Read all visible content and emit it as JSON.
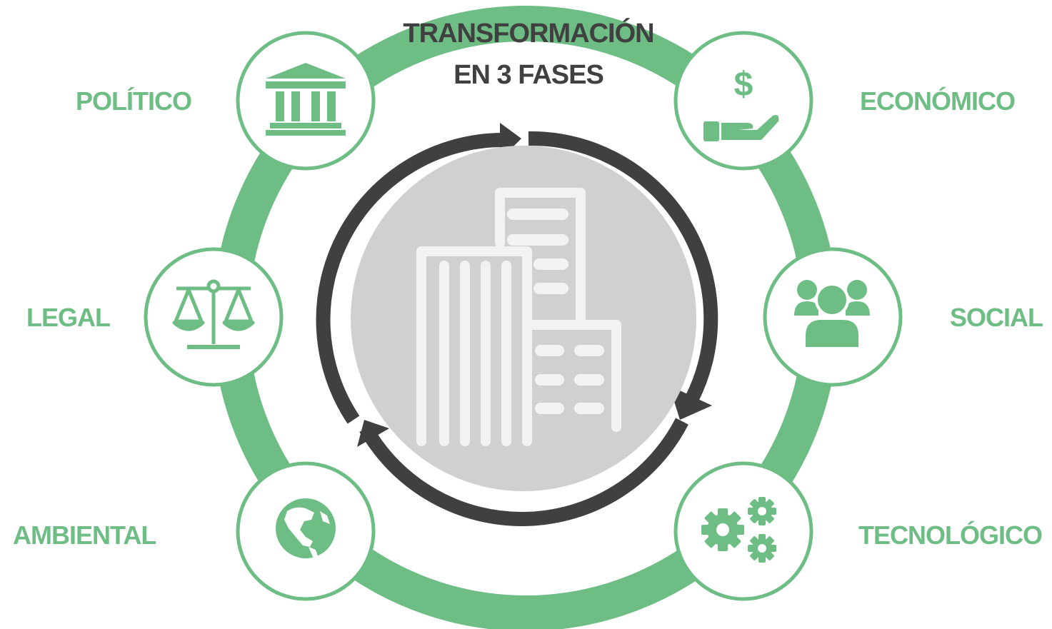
{
  "title": {
    "line1": "TRANSFORMACIÓN",
    "line2": "EN 3 FASES"
  },
  "colors": {
    "green": "#6dbd85",
    "dark": "#404040",
    "core": "#d0d0d0",
    "building": "#f2f2f2"
  },
  "phases": {
    "politico": {
      "label": "POLÍTICO",
      "icon": "government-building-icon"
    },
    "economico": {
      "label": "ECONÓMICO",
      "icon": "money-hand-icon"
    },
    "legal": {
      "label": "LEGAL",
      "icon": "scales-of-justice-icon"
    },
    "social": {
      "label": "SOCIAL",
      "icon": "people-group-icon"
    },
    "ambiental": {
      "label": "AMBIENTAL",
      "icon": "globe-icon"
    },
    "tecnologico": {
      "label": "TECNOLÓGICO",
      "icon": "gears-icon"
    }
  },
  "center": {
    "icon": "office-buildings-icon",
    "cycle": "cycle-arrows-icon"
  }
}
